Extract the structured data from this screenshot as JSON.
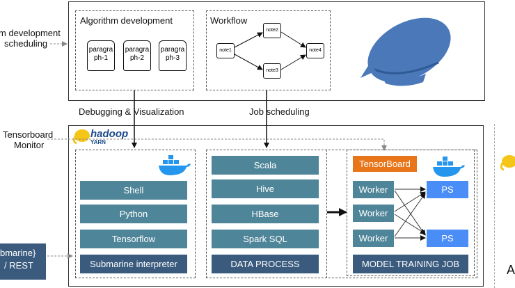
{
  "left_labels": {
    "top_line1": "m development",
    "top_line2": "scheduling",
    "tensorboard_line1": "Tensorboard",
    "tensorboard_line2": "Monitor",
    "bottom_line1": "bmarine}",
    "bottom_line2": "/ REST"
  },
  "top_panel": {
    "algorithm_title": "Algorithm development",
    "paragraphs": [
      {
        "line1": "paragra",
        "line2": "ph-1"
      },
      {
        "line1": "paragra",
        "line2": "ph-2"
      },
      {
        "line1": "paragra",
        "line2": "ph-3"
      }
    ],
    "workflow_title": "Workflow",
    "nodes": {
      "note1": "note1",
      "note2": "note2",
      "note3": "note3",
      "note4": "note4"
    }
  },
  "connectors": {
    "debugging": "Debugging & Visualization",
    "job_scheduling": "Job scheduling"
  },
  "yarn_logo": {
    "hadoop": "hadoop",
    "yarn": "YARN"
  },
  "interpreter_panel": {
    "items": [
      "Shell",
      "Python",
      "Tensorflow",
      "Submarine interpreter"
    ]
  },
  "data_panel": {
    "items": [
      "Scala",
      "Hive",
      "HBase",
      "Spark SQL"
    ],
    "footer": "DATA  PROCESS"
  },
  "training_panel": {
    "tensorboard": "TensorBoard",
    "workers": [
      "Worker",
      "Worker",
      "Worker"
    ],
    "ps": [
      "PS",
      "PS"
    ],
    "footer": "MODEL TRAINING JOB"
  },
  "right_edge": {
    "letter": "A"
  },
  "colors": {
    "bar": "#4f8598",
    "bar_dark": "#3a5b7e",
    "ps": "#4a8df7",
    "tensorboard": "#e8751a",
    "docker": "#2496ed",
    "zeppelin": "#4a78b8",
    "hadoop": "#f5c518"
  }
}
